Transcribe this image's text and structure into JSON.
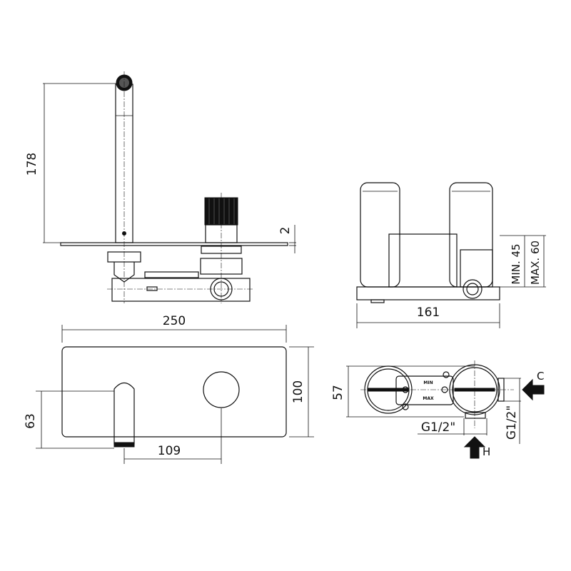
{
  "drawing": {
    "side_view": {
      "height_label": "178",
      "plate_thickness_label": "2"
    },
    "rear_view": {
      "min_depth_label": "MIN. 45",
      "max_depth_label": "MAX. 60",
      "width_label": "161"
    },
    "front_view": {
      "plate_width_label": "250",
      "plate_height_label": "100",
      "spout_height_label": "63",
      "spout_to_knob_label": "109"
    },
    "body_top_view": {
      "height_label": "57",
      "bottom_connection_label": "G1/2\"",
      "side_connection_label": "G1/2\"",
      "cold_inlet_label": "C",
      "hot_inlet_label": "H",
      "min_marking": "MIN",
      "max_marking": "MAX"
    }
  }
}
